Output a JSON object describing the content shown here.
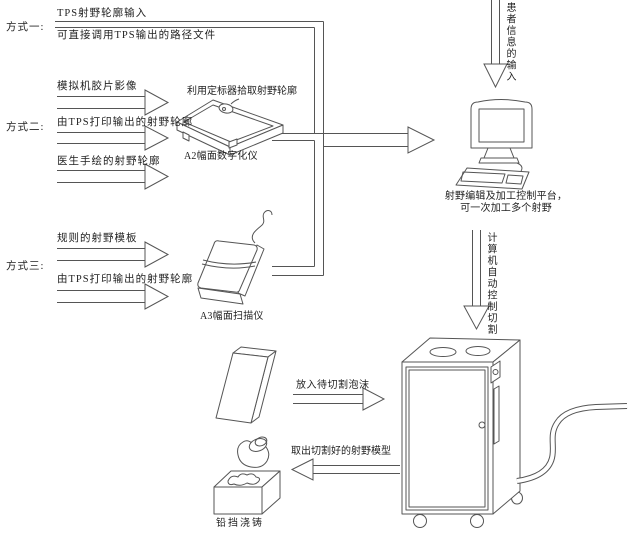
{
  "colors": {
    "background": "#ffffff",
    "line": "#555555",
    "text": "#222222"
  },
  "methods": [
    {
      "label": "方式一:",
      "items": [
        "TPS射野轮廓输入",
        "可直接调用TPS输出的路径文件"
      ]
    },
    {
      "label": "方式二:",
      "items": [
        "模拟机胶片影像",
        "由TPS打印输出的射野轮廓",
        "医生手绘的射野轮廓"
      ]
    },
    {
      "label": "方式三:",
      "items": [
        "规则的射野模板",
        "由TPS打印输出的射野轮廓"
      ]
    }
  ],
  "devices": {
    "digitizer": {
      "note": "利用定标器拾取射野轮廓",
      "label": "A2幅面数字化仪"
    },
    "scanner": {
      "label": "A3幅面扫描仪"
    },
    "workstation": {
      "caption_line1": "射野编辑及加工控制平台，",
      "caption_line2": "可一次加工多个射野"
    }
  },
  "flows": {
    "patient_info": "患者信息的输入",
    "auto_control": "计算机自动控制切割",
    "foam_in": "放入待切割泡沫",
    "model_out": "取出切割好的射野模型",
    "casting": "铅挡浇铸"
  }
}
